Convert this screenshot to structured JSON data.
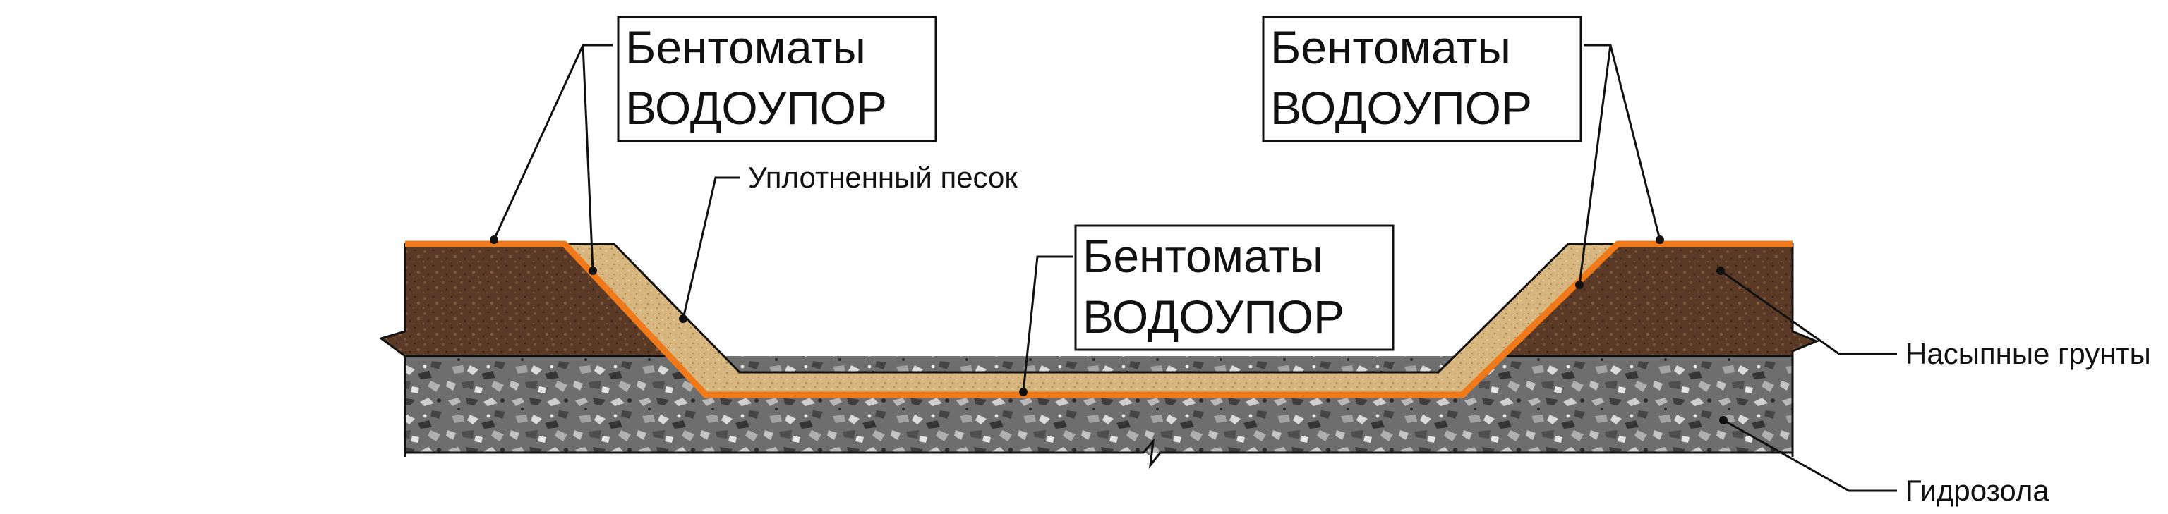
{
  "callouts": {
    "top_left": {
      "line1": "Бентоматы",
      "line2": "ВОДОУПОР"
    },
    "top_right": {
      "line1": "Бентоматы",
      "line2": "ВОДОУПОР"
    },
    "center": {
      "line1": "Бентоматы",
      "line2": "ВОДОУПОР"
    }
  },
  "labels": {
    "sand": "Уплотненный песок",
    "fill_soil": "Насыпные грунты",
    "hydro_ash": "Гидрозола"
  },
  "colors": {
    "membrane": "#f07a1a",
    "soil": "#5a3a26",
    "sand": "#d8b680",
    "ash": "#6c6c6c",
    "outline": "#111111",
    "background": "#ffffff"
  }
}
